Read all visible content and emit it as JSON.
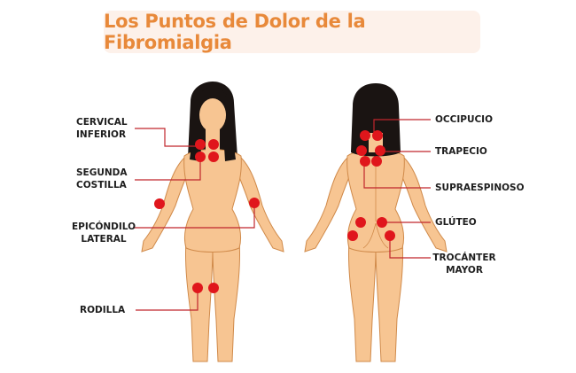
{
  "title": "Los Puntos de Dolor de la Fibromialgia",
  "colors": {
    "title": "#e8893a",
    "title_bg": "#fdf1ea",
    "point": "#e0161c",
    "line": "#c0262c",
    "skin": "#f7c592",
    "skin_outline": "#d08a4a",
    "hair": "#1a1412"
  },
  "front_view": {
    "labels": [
      {
        "id": "cervical",
        "line1": "CERVICAL",
        "line2": "INFERIOR"
      },
      {
        "id": "costilla",
        "line1": "SEGUNDA",
        "line2": "COSTILLA"
      },
      {
        "id": "epicondilo",
        "line1": "EPICÓNDILO",
        "line2": "LATERAL"
      },
      {
        "id": "rodilla",
        "line1": "RODILLA",
        "line2": ""
      }
    ]
  },
  "back_view": {
    "labels": [
      {
        "id": "occipucio",
        "line1": "OCCIPUCIO",
        "line2": ""
      },
      {
        "id": "trapecio",
        "line1": "TRAPECIO",
        "line2": ""
      },
      {
        "id": "supraespinoso",
        "line1": "SUPRAESPINOSO",
        "line2": ""
      },
      {
        "id": "gluteo",
        "line1": "GLÚTEO",
        "line2": ""
      },
      {
        "id": "trocanter",
        "line1": "TROCÁNTER",
        "line2": "MAYOR"
      }
    ]
  }
}
